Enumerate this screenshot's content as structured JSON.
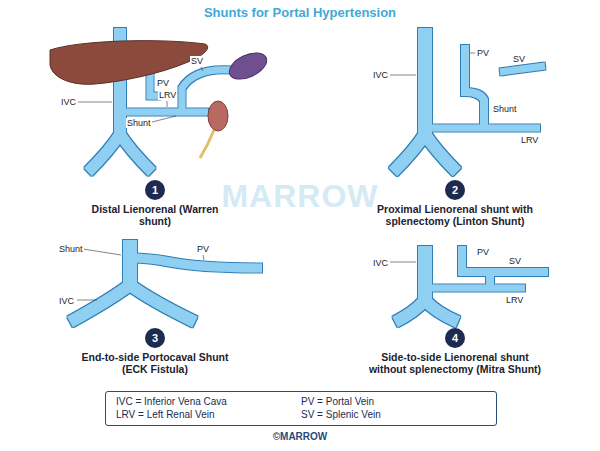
{
  "diagram": {
    "title": "Shunts for Portal Hypertension",
    "nodes": [
      {
        "text": [
          "1"
        ]
      },
      {
        "text": [
          "2"
        ]
      },
      {
        "text": [
          "3"
        ]
      },
      {
        "text": [
          "4"
        ]
      }
    ],
    "labels": [
      "IVC",
      "PV",
      "SV",
      "LRV",
      "Shunt",
      "Distal Lienorenal (Warren shunt)",
      "IVC",
      "PV",
      "SV",
      "Shunt",
      "LRV",
      "Proximal Lienorenal shunt with splenectomy (Linton Shunt)",
      "Shunt",
      "PV",
      "IVC",
      "End-to-side Portocaval Shunt (ECK Fistula)",
      "IVC",
      "PV",
      "SV",
      "LRV",
      "Side-to-side Lienorenal shunt without splenectomy (Mitra Shunt)",
      "MARROW",
      "©MARROW"
    ],
    "legend": [
      {
        "text": "IVC = Inferior Vena Cava"
      },
      {
        "text": "PV = Portal Vein"
      },
      {
        "text": "LRV = Left Renal Vein"
      },
      {
        "text": "SV = Splenic Vein"
      }
    ]
  }
}
